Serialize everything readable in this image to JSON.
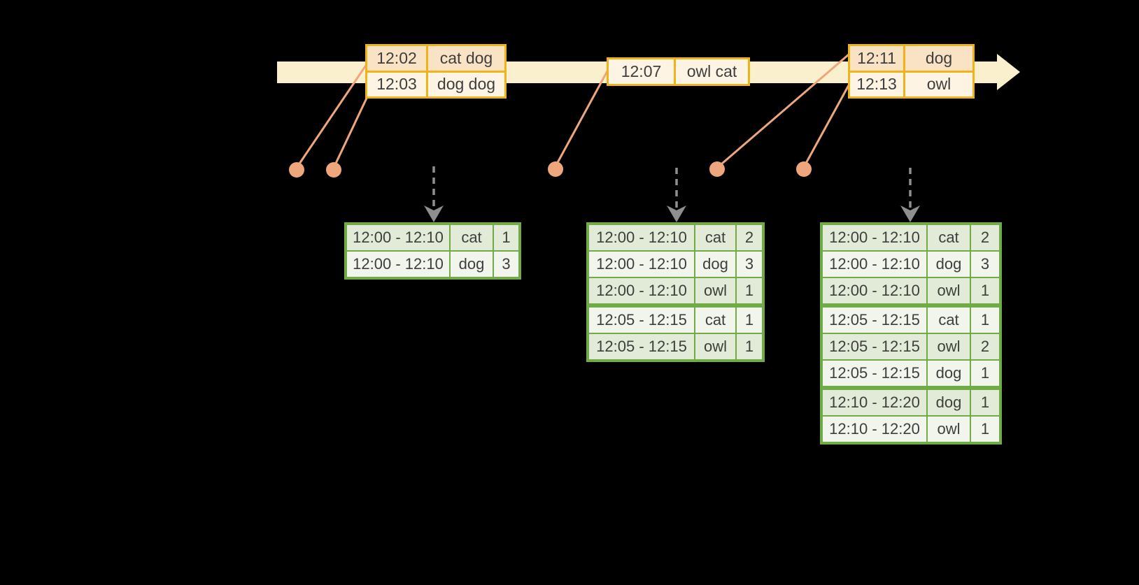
{
  "colors": {
    "background": "#000000",
    "axis": "#faf0cd",
    "gold": "#f0b41b",
    "peach": "#f9e3c4",
    "cream": "#fdf4e4",
    "orange": "#eea77c",
    "green": "#71ab47",
    "cell_dark": "#e2ebd7",
    "cell_light": "#f1f5ec",
    "gray": "#8f8f8f",
    "text": "#3e3e3e"
  },
  "timeline": {
    "events": [
      {
        "rows": [
          {
            "time": "12:02",
            "words": "cat dog"
          },
          {
            "time": "12:03",
            "words": "dog dog"
          }
        ]
      },
      {
        "rows": [
          {
            "time": "12:07",
            "words": "owl cat"
          }
        ]
      },
      {
        "rows": [
          {
            "time": "12:11",
            "words": "dog"
          },
          {
            "time": "12:13",
            "words": "owl"
          }
        ]
      }
    ]
  },
  "results": [
    {
      "rows": [
        {
          "window": "12:00 - 12:10",
          "word": "cat",
          "count": "1"
        },
        {
          "window": "12:00 - 12:10",
          "word": "dog",
          "count": "3"
        }
      ]
    },
    {
      "rows": [
        {
          "window": "12:00 - 12:10",
          "word": "cat",
          "count": "2"
        },
        {
          "window": "12:00 - 12:10",
          "word": "dog",
          "count": "3"
        },
        {
          "window": "12:00 - 12:10",
          "word": "owl",
          "count": "1"
        },
        {
          "window": "12:05 - 12:15",
          "word": "cat",
          "count": "1"
        },
        {
          "window": "12:05 - 12:15",
          "word": "owl",
          "count": "1"
        }
      ]
    },
    {
      "rows": [
        {
          "window": "12:00 - 12:10",
          "word": "cat",
          "count": "2"
        },
        {
          "window": "12:00 - 12:10",
          "word": "dog",
          "count": "3"
        },
        {
          "window": "12:00 - 12:10",
          "word": "owl",
          "count": "1"
        },
        {
          "window": "12:05 - 12:15",
          "word": "cat",
          "count": "1"
        },
        {
          "window": "12:05 - 12:15",
          "word": "owl",
          "count": "2"
        },
        {
          "window": "12:05 - 12:15",
          "word": "dog",
          "count": "1"
        },
        {
          "window": "12:10 - 12:20",
          "word": "dog",
          "count": "1"
        },
        {
          "window": "12:10 - 12:20",
          "word": "owl",
          "count": "1"
        }
      ]
    }
  ]
}
